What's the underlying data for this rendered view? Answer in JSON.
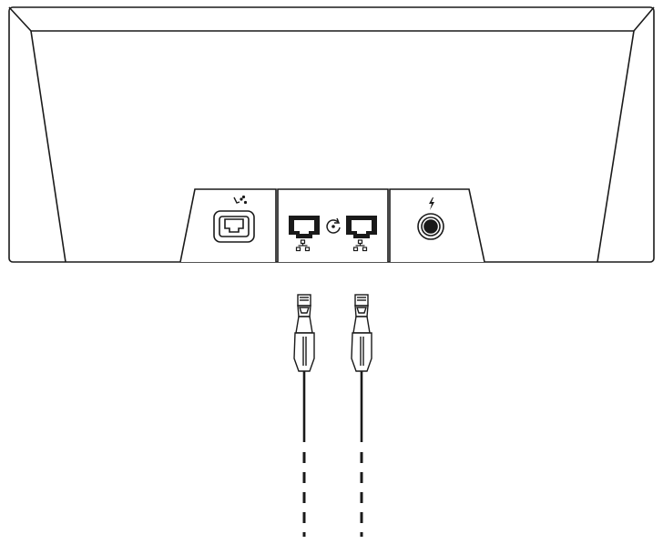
{
  "device": {
    "name": "",
    "ports": [
      {
        "id": "phone-port",
        "icon": "phone-line-icon",
        "connector": "rj11"
      },
      {
        "id": "lan-port-1",
        "icon": "network-icon",
        "connector": "rj45"
      },
      {
        "id": "reset-button",
        "icon": "reset-icon",
        "connector": "button"
      },
      {
        "id": "lan-port-2",
        "icon": "network-icon",
        "connector": "rj45"
      },
      {
        "id": "power-port",
        "icon": "power-lightning-icon",
        "connector": "dc-jack"
      }
    ]
  },
  "cables": [
    {
      "id": "cable-1",
      "type": "ethernet",
      "target": "lan-port-1"
    },
    {
      "id": "cable-2",
      "type": "ethernet",
      "target": "lan-port-2"
    }
  ],
  "colors": {
    "stroke": "#1a1a1a",
    "background": "#ffffff",
    "plug_fill": "#ffffff",
    "cable": "#1a1a1a"
  }
}
